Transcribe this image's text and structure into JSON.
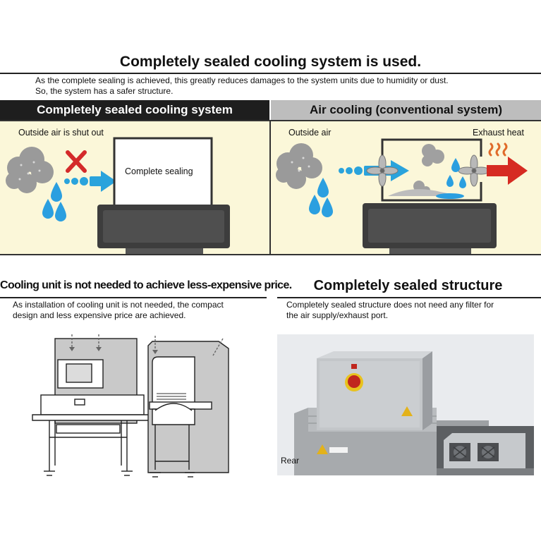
{
  "main_title": "Completely sealed cooling system is used.",
  "intro_lines": [
    "As the complete sealing is achieved, this greatly reduces damages to the system units due to humidity or dust.",
    "So, the system has a safer structure."
  ],
  "left_panel": {
    "heading": "Completely sealed cooling system",
    "outside_air_label": "Outside air is shut out",
    "box_label": "Complete sealing"
  },
  "right_panel": {
    "heading": "Air cooling (conventional system)",
    "outside_air_label": "Outside air",
    "exhaust_label": "Exhaust heat"
  },
  "cooling_section": {
    "title": "Cooling unit is not needed to achieve less-expensive price.",
    "body_lines": [
      "As installation of cooling unit is not needed, the compact",
      "design and less expensive price are achieved."
    ]
  },
  "sealed_section": {
    "title": "Completely sealed structure",
    "body_lines": [
      "Completely sealed structure does not need any filter for",
      "the air supply/exhaust port."
    ],
    "photo_label": "Rear"
  },
  "colors": {
    "panel_bg": "#fbf7d9",
    "arrow_blue": "#2aa3dc",
    "cross_red": "#d42a2a",
    "exhaust_red": "#d62b22",
    "machine_dark": "#3d3d3d"
  }
}
